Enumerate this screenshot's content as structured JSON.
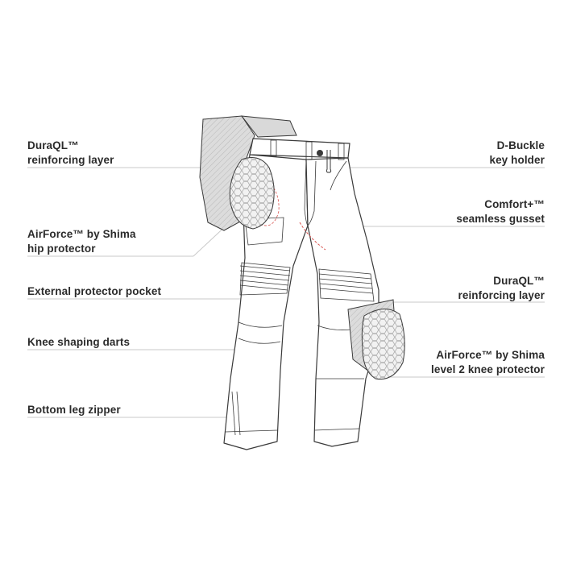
{
  "labels": {
    "duraql_hip": {
      "line1": "DuraQL™",
      "line2": "reinforcing layer"
    },
    "airforce_hip": {
      "line1": "AirForce™ by Shima",
      "line2": "hip protector"
    },
    "external_pocket": {
      "line1": "External protector pocket"
    },
    "knee_darts": {
      "line1": "Knee shaping darts"
    },
    "bottom_zipper": {
      "line1": "Bottom leg zipper"
    },
    "d_buckle": {
      "line1": "D-Buckle",
      "line2": "key holder"
    },
    "comfort_gusset": {
      "line1": "Comfort+™",
      "line2": "seamless gusset"
    },
    "duraql_knee": {
      "line1": "DuraQL™",
      "line2": "reinforcing  layer"
    },
    "airforce_knee": {
      "line1": "AirForce™ by Shima",
      "line2": "level 2 knee protector"
    }
  },
  "colors": {
    "outline": "#3a3a3a",
    "reinforcement": "#d9d9d9",
    "leader": "#c8c8c8",
    "gusset_accent": "#d9534f",
    "text": "#2b2b2b"
  }
}
